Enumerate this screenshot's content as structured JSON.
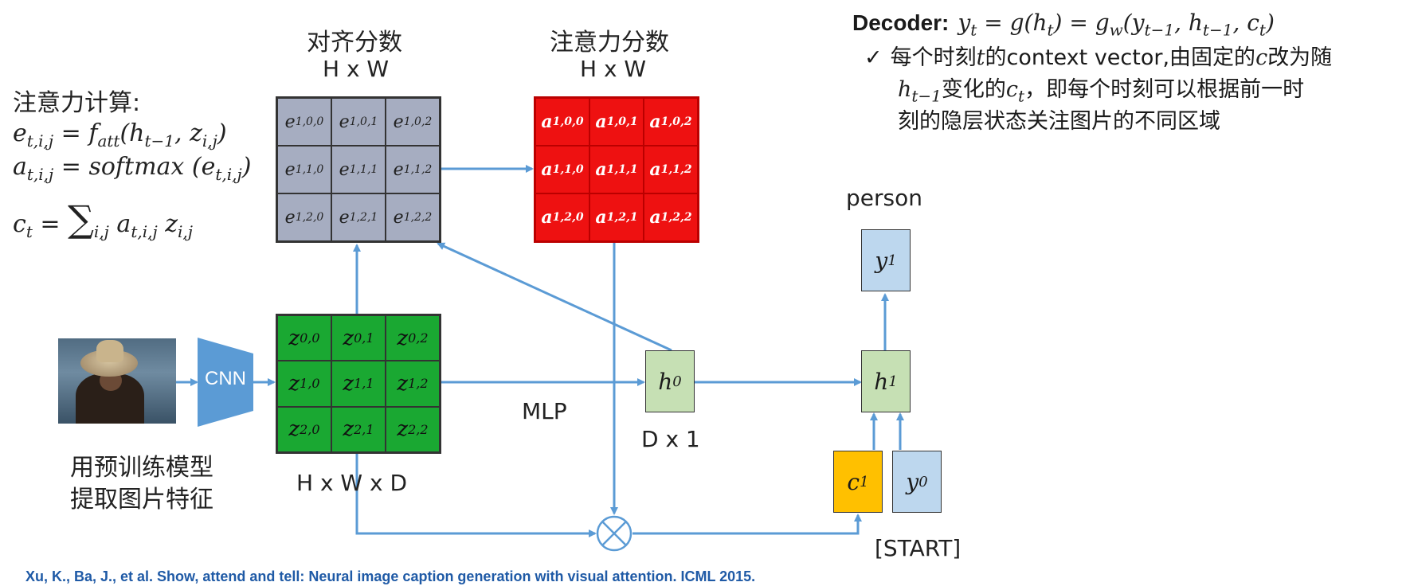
{
  "labels": {
    "alignment_scores": "对齐分数",
    "alignment_dims": "H x W",
    "attention_scores": "注意力分数",
    "attention_dims": "H x W",
    "feature_dims": "H x W x D",
    "hidden_dims": "D x 1",
    "mlp": "MLP",
    "cnn": "CNN",
    "pretrained_line1": "用预训练模型",
    "pretrained_line2": "提取图片特征",
    "person": "person",
    "start": "[START]"
  },
  "formula": {
    "title": "注意力计算:"
  },
  "decoder": {
    "heading": "Decoder:",
    "check": "✓",
    "line1_a": "每个时刻",
    "line1_t": "t",
    "line1_b": "的context vector,由固定的",
    "line1_c": "c",
    "line1_d": "改为随",
    "line2_b": "变化的",
    "line2_d": "，即每个时刻可以根据前一时",
    "line3": "刻的隐层状态关注图片的不同区域"
  },
  "citation": "Xu, K., Ba, J., et al. Show, attend and tell: Neural image caption generation with visual attention. ICML 2015.",
  "colors": {
    "e_grid": "#a6adc1",
    "a_grid": "#ee1111",
    "z_grid": "#1aa832",
    "hidden_box": "#c6e0b4",
    "output_box": "#bdd7ee",
    "context_box": "#ffc000",
    "arrow": "#5b9bd5",
    "cnn": "#5b9bd5"
  },
  "icons": [
    "image-thumbnail",
    "multiply-circle-icon",
    "checkmark-icon"
  ]
}
